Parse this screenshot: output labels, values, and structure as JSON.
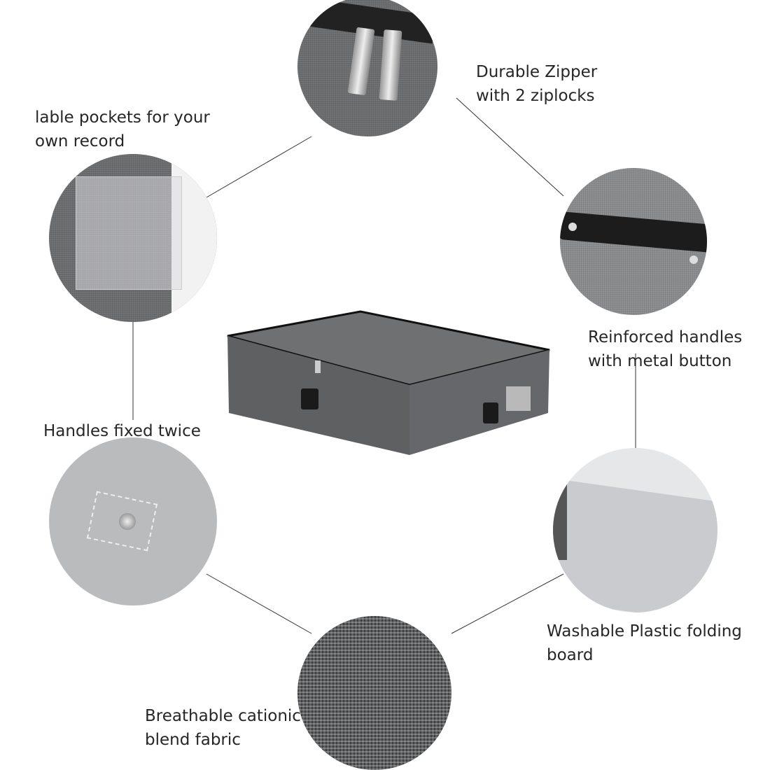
{
  "labels": {
    "zipper": [
      "Durable Zipper",
      "with 2 ziplocks"
    ],
    "pocket": [
      "lable pockets for your",
      "own record"
    ],
    "handles": [
      "Reinforced handles",
      "with metal button"
    ],
    "fixed": [
      "Handles fixed twice"
    ],
    "board": [
      "Washable Plastic folding",
      "board"
    ],
    "fabric": [
      "Breathable cationic",
      "blend fabric"
    ]
  },
  "colors": {
    "text": "#262626",
    "fabric": "#6b6c6e",
    "line": "#333333"
  }
}
